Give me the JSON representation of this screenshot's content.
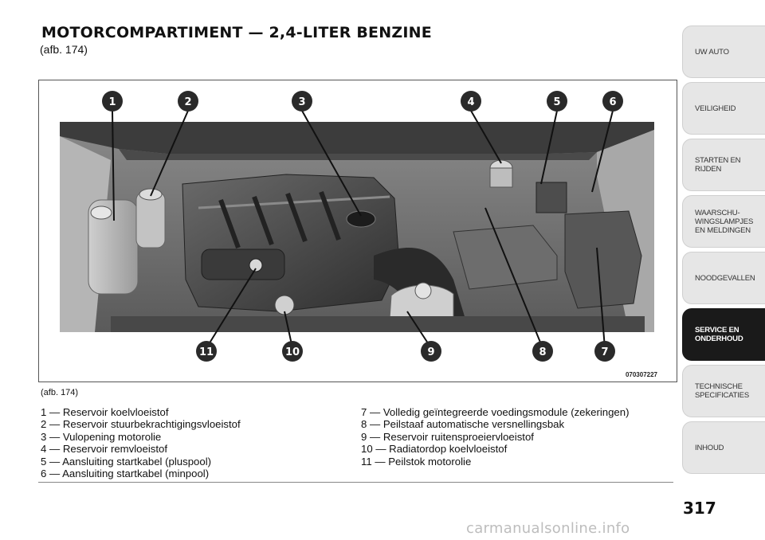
{
  "header": {
    "title": "MOTORCOMPARTIMENT — 2,4-LITER BENZINE",
    "subtitle": "(afb. 174)"
  },
  "figure": {
    "code": "070307227",
    "caption": "(afb. 174)",
    "callouts_top": [
      "1",
      "2",
      "3",
      "4",
      "5",
      "6"
    ],
    "callouts_bottom": [
      "11",
      "10",
      "9",
      "8",
      "7"
    ]
  },
  "legend": {
    "left": [
      "1 — Reservoir koelvloeistof",
      "2 — Reservoir stuurbekrachtigingsvloeistof",
      "3 — Vulopening motorolie",
      "4 — Reservoir remvloeistof",
      "5 — Aansluiting startkabel (pluspool)",
      "6 — Aansluiting startkabel (minpool)"
    ],
    "right": [
      "7 — Volledig geïntegreerde voedingsmodule (zekeringen)",
      "8 — Peilstaaf automatische versnellingsbak",
      "9 — Reservoir ruitensproeiervloeistof",
      "10 — Radiatordop koelvloeistof",
      "11 — Peilstok motorolie"
    ]
  },
  "sidebar": {
    "tabs": [
      {
        "label": "UW AUTO",
        "active": false
      },
      {
        "label": "VEILIGHEID",
        "active": false
      },
      {
        "label": "STARTEN EN\nRIJDEN",
        "active": false
      },
      {
        "label": "WAARSCHU-\nWINGSLAMPJES\nEN MELDINGEN",
        "active": false
      },
      {
        "label": "NOODGEVALLEN",
        "active": false
      },
      {
        "label": "SERVICE EN\nONDERHOUD",
        "active": true
      },
      {
        "label": "TECHNISCHE\nSPECIFICATIES",
        "active": false
      },
      {
        "label": "INHOUD",
        "active": false
      }
    ]
  },
  "page_number": "317",
  "watermark": "carmanualsonline.info"
}
